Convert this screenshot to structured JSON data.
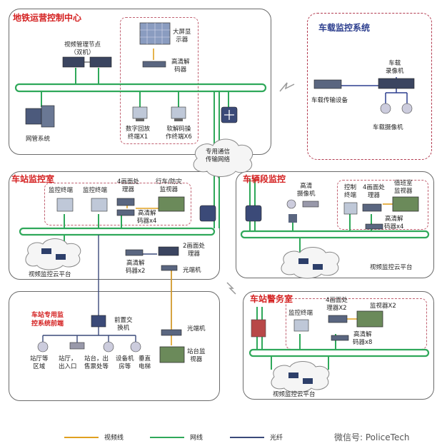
{
  "sections": {
    "control_center": "地铁运营控制中心",
    "vehicle_system": "车载监控系统",
    "station_monitor_room": "车站监控室",
    "depot_monitor": "车辆段监控",
    "station_police_room": "车站警务室"
  },
  "control_center": {
    "video_node": "视频管理节点\n（双机）",
    "big_screen": "大屏显\n示器",
    "hd_decoder": "高清解\n码器",
    "digital_playback": "数字回放\n终端X1",
    "soft_decoder": "软解码操\n作终端X6",
    "network_mgmt": "网管系统"
  },
  "network_cloud": "专用通信\n传输网络",
  "vehicle": {
    "recorder": "车载\n录像机",
    "transmitter": "车载传输设备",
    "camera": "车载摄像机"
  },
  "station_room": {
    "monitor_terminal_1": "监控终端",
    "monitor_terminal_2": "监控终端",
    "processor_4": "4画面处\n理器",
    "train_fire_monitor": "行车/防灾\n监视器",
    "hd_decoder_x4": "高清解\n码器x4",
    "processor_2": "2画面处\n理器",
    "hd_decoder_x2": "高清解\n码器x2",
    "optical_1": "光端机",
    "cloud": "视频监控云平台"
  },
  "depot": {
    "control_terminal": "控制\n终端",
    "hd_camera": "高清\n摄像机",
    "processor_4": "4画面处\n理器",
    "duty_monitor": "值班室\n监视器",
    "hd_decoder_x4": "高清解\n码器x4",
    "cloud": "视频监控云平台"
  },
  "frontend": {
    "title": "车站专用监\n控系统前端",
    "switch": "前置交\n换机",
    "area_hall": "站厅等\n区域",
    "area_entrance": "站厅，\n出入口",
    "area_platform": "站台，出\n售票处等",
    "area_equipment": "设备机\n房等",
    "area_elevator": "垂直\n电梯",
    "optical_2": "光端机",
    "station_monitor": "站台监\n视器"
  },
  "police": {
    "monitor_terminal": "监控终端",
    "processor": "4画面处\n理器X2",
    "monitor_x2": "监视器X2",
    "hd_decoder_x8": "高清解\n码器x8",
    "cloud": "视频监控云平台"
  },
  "legend": {
    "video": "视频线",
    "network": "网线",
    "fiber": "光纤"
  },
  "watermark": "微信号: PoliceTech",
  "colors": {
    "video_line": "#e0a020",
    "network_line": "#2fa85a",
    "fiber_line": "#3a4a7a",
    "title_red": "#d42020",
    "title_blue": "#2d3f8f",
    "dash_border": "#b23a4f"
  }
}
